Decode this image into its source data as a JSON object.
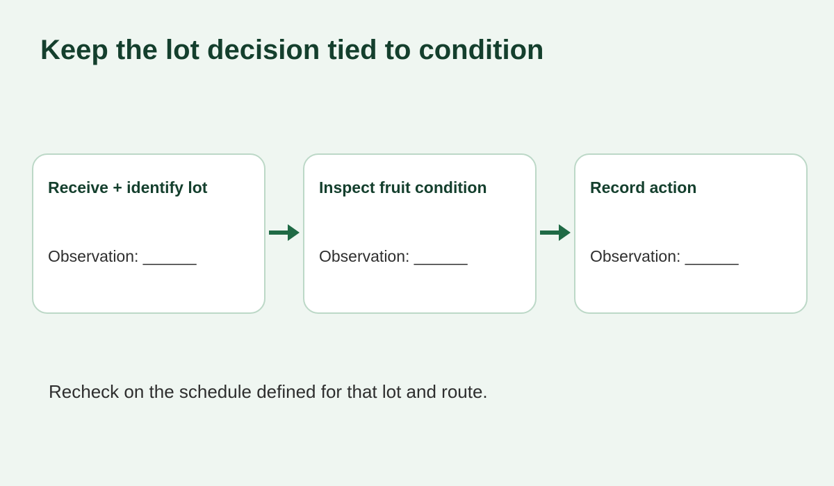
{
  "title": "Keep the lot decision tied to condition",
  "steps": [
    {
      "title": "Receive + identify lot",
      "observation": "Observation: ______"
    },
    {
      "title": "Inspect fruit condition",
      "observation": "Observation: ______"
    },
    {
      "title": "Record action",
      "observation": "Observation: ______"
    }
  ],
  "note": "Recheck on the schedule defined for that lot and route.",
  "colors": {
    "background": "#eff6f1",
    "card_border": "#bcd8c7",
    "title_text": "#143f2d",
    "arrow": "#1f6a45",
    "body_text": "#2e2e2e"
  },
  "icons": {
    "connector": "arrow-right-icon"
  }
}
